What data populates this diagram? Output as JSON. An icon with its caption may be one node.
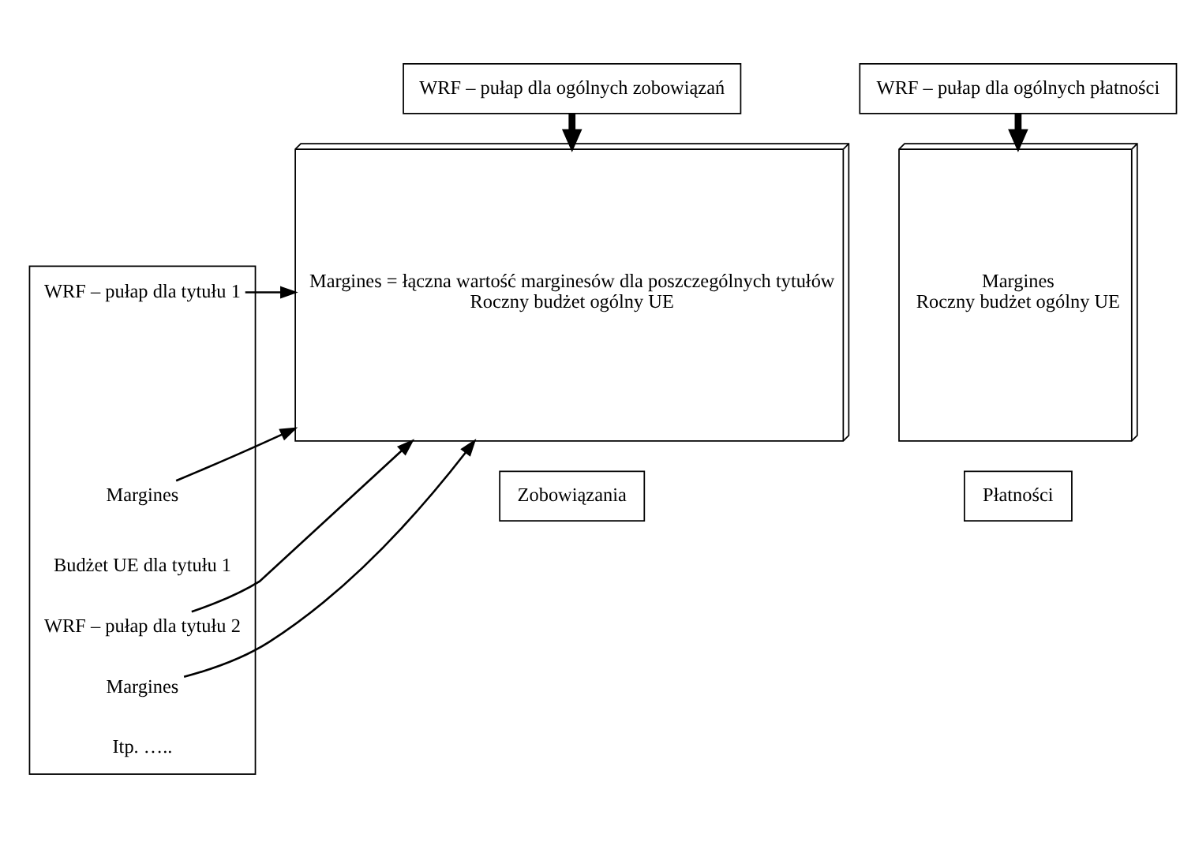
{
  "diagram": {
    "nodes": [
      {
        "text": [
          "WRF – pułap dla ogólnych zobowiązań"
        ]
      },
      {
        "text": [
          "WRF – pułap dla ogólnych płatności"
        ]
      },
      {
        "text": [],
        "shape": "box"
      },
      {
        "text": [
          "WRF – pułap dla tytułu 1"
        ],
        "in": 2
      },
      {
        "text": [
          "Margines"
        ],
        "in": 2
      },
      {
        "text": [
          "Budżet UE dla tytułu 1"
        ],
        "in": 2
      },
      {
        "text": [
          "WRF – pułap dla tytułu 2"
        ],
        "in": 2
      },
      {
        "text": [
          "Margines"
        ],
        "in": 2
      },
      {
        "text": [
          "Itp. ….."
        ],
        "in": 2
      },
      {
        "text": [
          "Margines = łączna wartość marginesów dla poszczególnych tytułów",
          "Roczny budżet ogólny UE"
        ]
      },
      {
        "text": [
          "Margines",
          "Roczny budżet ogólny UE"
        ]
      },
      {
        "text": [
          "Zobowiązania"
        ]
      },
      {
        "text": [
          "Płatności"
        ]
      }
    ],
    "edges": [
      {
        "from": 0,
        "to": 9,
        "arrow": "to",
        "style": "thick"
      },
      {
        "from": 1,
        "to": 10,
        "arrow": "to",
        "style": "thick"
      },
      {
        "from": 3,
        "to": 9,
        "arrow": "to"
      },
      {
        "from": 4,
        "to": 9,
        "arrow": "to"
      },
      {
        "from": 6,
        "to": 9,
        "arrow": "to"
      },
      {
        "from": 7,
        "to": 9,
        "arrow": "to"
      }
    ]
  }
}
